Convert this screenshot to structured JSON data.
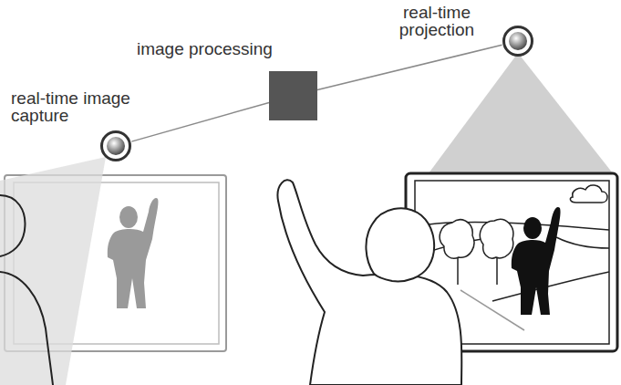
{
  "diagram": {
    "nodes": [
      {
        "text": [
          "real-time image capture"
        ]
      },
      {
        "text": [
          "image processing"
        ]
      },
      {
        "text": [
          "real-time projection"
        ]
      }
    ],
    "edges": [
      {
        "from": 0,
        "to": 1,
        "arrow": "none"
      },
      {
        "from": 1,
        "to": 2,
        "arrow": "none"
      }
    ]
  }
}
